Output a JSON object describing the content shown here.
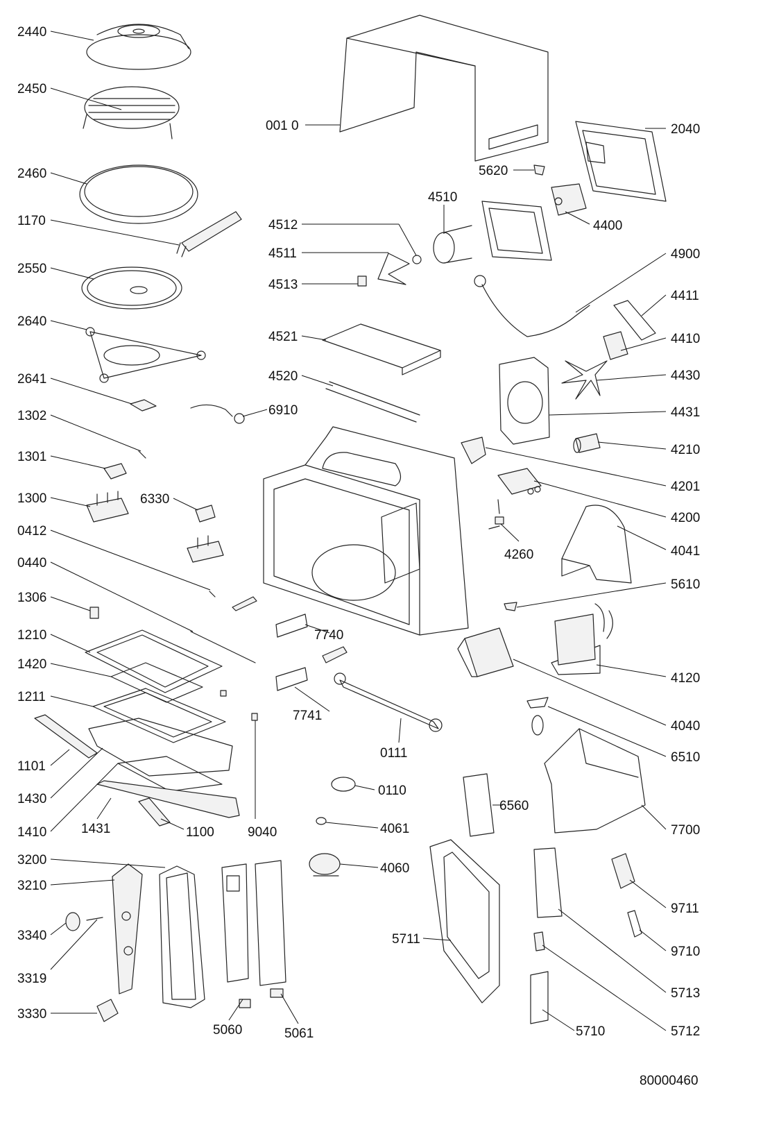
{
  "labels": {
    "p2440": "2440",
    "p2450": "2450",
    "p2460": "2460",
    "p1170": "1170",
    "p2550": "2550",
    "p2640": "2640",
    "p2641": "2641",
    "p1302": "1302",
    "p1301": "1301",
    "p1300": "1300",
    "p0412": "0412",
    "p0440": "0440",
    "p1306": "1306",
    "p1210": "1210",
    "p1420": "1420",
    "p1211": "1211",
    "p1101": "1101",
    "p1430": "1430",
    "p1410": "1410",
    "p1431": "1431",
    "p1100": "1100",
    "p9040": "9040",
    "p3200": "3200",
    "p3210": "3210",
    "p3340": "3340",
    "p3319": "3319",
    "p3330": "3330",
    "p5060": "5060",
    "p5061": "5061",
    "p0010": "001 0",
    "p4512": "4512",
    "p4511": "4511",
    "p4513": "4513",
    "p4510": "4510",
    "p4521": "4521",
    "p4520": "4520",
    "p6910": "6910",
    "p6330": "6330",
    "p7740": "7740",
    "p7741": "7741",
    "p0111": "0111",
    "p0110": "0110",
    "p4061": "4061",
    "p4060": "4060",
    "p2040": "2040",
    "p5620": "5620",
    "p4400": "4400",
    "p4900": "4900",
    "p4411": "4411",
    "p4410": "4410",
    "p4430": "4430",
    "p4431": "4431",
    "p4210": "4210",
    "p4201": "4201",
    "p4200": "4200",
    "p4260": "4260",
    "p4041": "4041",
    "p5610": "5610",
    "p4120": "4120",
    "p4040": "4040",
    "p6510": "6510",
    "p6560": "6560",
    "p7700": "7700",
    "p9711": "9711",
    "p9710": "9710",
    "p5711": "5711",
    "p5713": "5713",
    "p5710": "5710",
    "p5712": "5712"
  },
  "drawing_number": "80000460"
}
